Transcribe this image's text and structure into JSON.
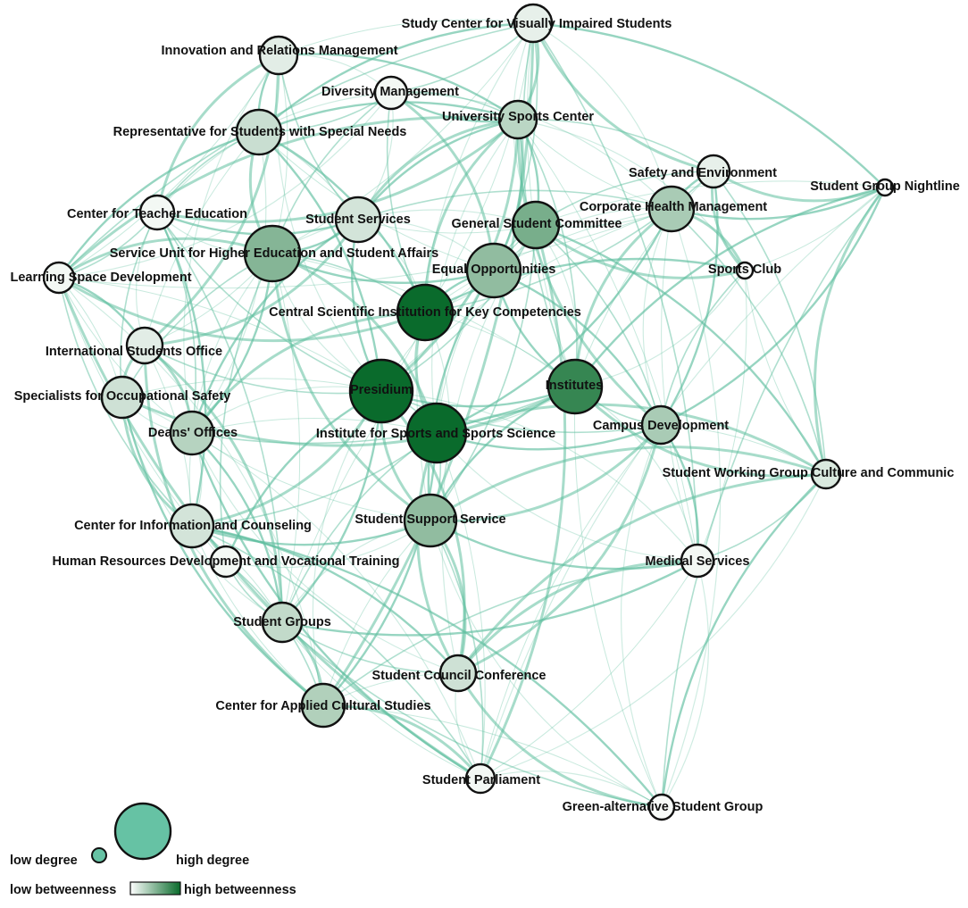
{
  "colors": {
    "edge": "#5fbf9f",
    "node_low": "#ffffff",
    "node_high": "#0a6b2c",
    "degree_swatch": "#66c2a4",
    "node_stroke": "#111111"
  },
  "nodes": [
    {
      "id": "n1",
      "label": "Study Center for Visually Impaired Students",
      "betweenness": 0.1
    },
    {
      "id": "n2",
      "label": "Innovation and Relations Management",
      "betweenness": 0.12
    },
    {
      "id": "n3",
      "label": "Diversity Management",
      "betweenness": 0.05
    },
    {
      "id": "n4",
      "label": "University Sports Center",
      "betweenness": 0.28
    },
    {
      "id": "n5",
      "label": "Representative for Students with Special Needs",
      "betweenness": 0.22
    },
    {
      "id": "n6",
      "label": "Safety and Environment",
      "betweenness": 0.1
    },
    {
      "id": "n7",
      "label": "Student Group Nightline",
      "betweenness": 0.02
    },
    {
      "id": "n8",
      "label": "Center for Teacher Education",
      "betweenness": 0.05
    },
    {
      "id": "n9",
      "label": "Corporate Health Management",
      "betweenness": 0.35
    },
    {
      "id": "n10",
      "label": "Student Services",
      "betweenness": 0.18
    },
    {
      "id": "n11",
      "label": "General Student Committee",
      "betweenness": 0.55
    },
    {
      "id": "n12",
      "label": "Service Unit for Higher Education and Student Affairs",
      "betweenness": 0.5
    },
    {
      "id": "n13",
      "label": "Sports Club",
      "betweenness": 0.02
    },
    {
      "id": "n14",
      "label": "Learning Space Development",
      "betweenness": 0.05
    },
    {
      "id": "n15",
      "label": "Equal Opportunities",
      "betweenness": 0.45
    },
    {
      "id": "n16",
      "label": "Central Scientific Institution for Key Competencies",
      "betweenness": 1.0
    },
    {
      "id": "n17",
      "label": "International Students Office",
      "betweenness": 0.12
    },
    {
      "id": "n18",
      "label": "Specialists for Occupational Safety",
      "betweenness": 0.2
    },
    {
      "id": "n19",
      "label": "Presidium",
      "betweenness": 1.0
    },
    {
      "id": "n20",
      "label": "Institutes",
      "betweenness": 0.82
    },
    {
      "id": "n21",
      "label": "Deans' Offices",
      "betweenness": 0.3
    },
    {
      "id": "n22",
      "label": "Institute for Sports and Sports Science",
      "betweenness": 1.0
    },
    {
      "id": "n23",
      "label": "Campus Development",
      "betweenness": 0.35
    },
    {
      "id": "n24",
      "label": "Student Working Group Culture and Communic",
      "betweenness": 0.15
    },
    {
      "id": "n25",
      "label": "Center for Information and Counseling",
      "betweenness": 0.18
    },
    {
      "id": "n26",
      "label": "Student Support Service",
      "betweenness": 0.45
    },
    {
      "id": "n27",
      "label": "Human Resources Development and Vocational Training",
      "betweenness": 0.05
    },
    {
      "id": "n28",
      "label": "Medical Services",
      "betweenness": 0.05
    },
    {
      "id": "n29",
      "label": "Student Groups",
      "betweenness": 0.25
    },
    {
      "id": "n30",
      "label": "Student Council Conference",
      "betweenness": 0.2
    },
    {
      "id": "n31",
      "label": "Center for Applied Cultural Studies",
      "betweenness": 0.32
    },
    {
      "id": "n32",
      "label": "Student Parliament",
      "betweenness": 0.05
    },
    {
      "id": "n33",
      "label": "Green-alternative Student Group",
      "betweenness": 0.03
    }
  ],
  "legend": {
    "low_degree": "low degree",
    "high_degree": "high degree",
    "low_betweenness": "low betweenness",
    "high_betweenness": "high betweenness"
  }
}
